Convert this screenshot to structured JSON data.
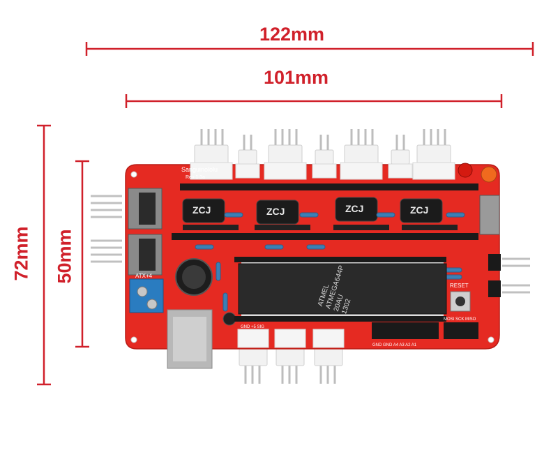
{
  "dimensions": {
    "top_overall": "122mm",
    "top_inner": "101mm",
    "left_overall": "72mm",
    "left_inner": "50mm"
  },
  "board": {
    "name": "Sanguinololu",
    "revision": "Rev 1.3a",
    "chip_brand": "ATMEL",
    "chip_model": "ATMEGA644P",
    "chip_suffix": "20AU",
    "chip_date": "1302",
    "capacitor_marking": "ZCJ",
    "power_label": "ATX+4",
    "reset_label": "RESET",
    "endstop_labels": [
      "GND",
      "+5",
      "SIG"
    ],
    "header_labels": [
      "GND",
      "GND",
      "A4",
      "A3",
      "A2",
      "A1"
    ],
    "prog_label": "MOSI SCK MISO"
  },
  "colors": {
    "dimension_red": "#d0202a",
    "pcb_red": "#e52a22",
    "header_black": "#1a1a1a",
    "pin_gold": "#c8a24a"
  }
}
